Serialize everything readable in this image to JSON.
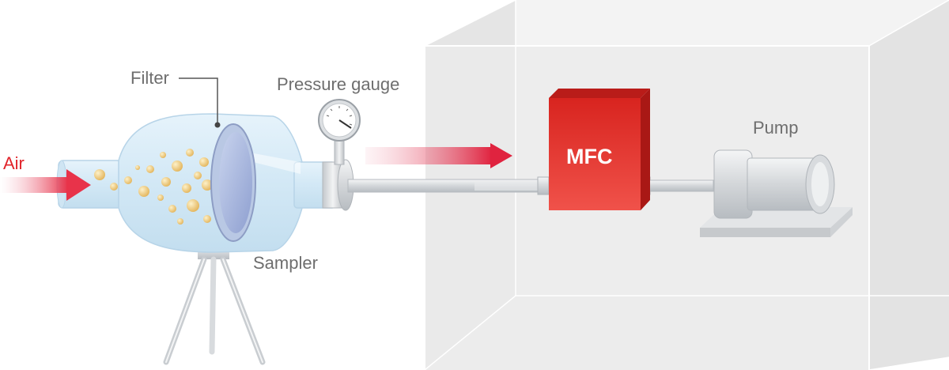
{
  "labels": {
    "air": "Air",
    "filter": "Filter",
    "pressure_gauge": "Pressure gauge",
    "mfc": "MFC",
    "pump": "Pump",
    "sampler": "Sampler"
  },
  "colors": {
    "air_label": "#e1242b",
    "mfc_block": "#e0312b",
    "arrow": "#e8334a",
    "label_text": "#6e6e6e",
    "enclosure": "#e6e6e6"
  }
}
